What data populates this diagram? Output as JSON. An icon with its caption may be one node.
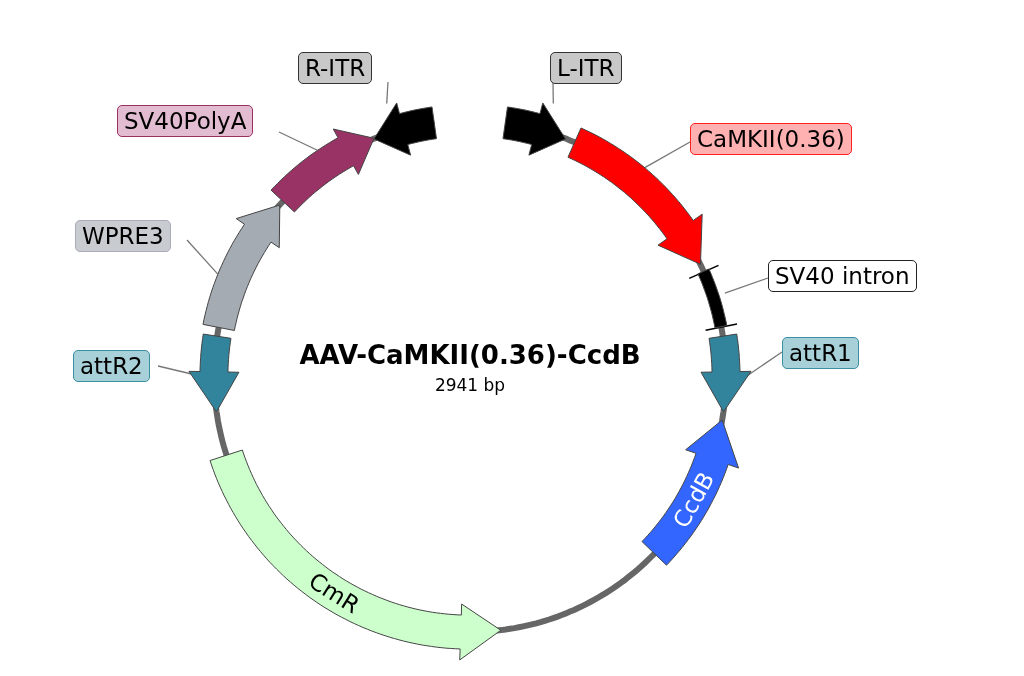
{
  "diagram": {
    "title": "AAV-CaMKII(0.36)-CcdB",
    "nodes": [
      {
        "text": [
          "R-ITR"
        ]
      },
      {
        "text": [],
        "shape": "arrow"
      },
      {
        "text": [
          "L-ITR"
        ]
      },
      {
        "text": [],
        "shape": "arrow"
      },
      {
        "text": [
          "SV40PolyA"
        ]
      },
      {
        "text": [],
        "shape": "arrow"
      },
      {
        "text": [
          "CaMKII(0.36)"
        ]
      },
      {
        "text": [],
        "shape": "arrow"
      },
      {
        "text": [
          "WPRE3"
        ]
      },
      {
        "text": [],
        "shape": "arrow"
      },
      {
        "text": [
          "SV40 intron"
        ]
      },
      {
        "text": [],
        "shape": "bar"
      },
      {
        "text": [
          "attR2"
        ]
      },
      {
        "text": [],
        "shape": "arrow"
      },
      {
        "text": [
          "attR1"
        ]
      },
      {
        "text": [],
        "shape": "arrow"
      },
      {
        "text": [
          "CcdB"
        ]
      },
      {
        "text": [
          "CmR"
        ]
      }
    ],
    "edges": [
      {
        "from": 0,
        "to": 1,
        "arrow": "none"
      },
      {
        "from": 2,
        "to": 3,
        "arrow": "none"
      },
      {
        "from": 4,
        "to": 5,
        "arrow": "none"
      },
      {
        "from": 6,
        "to": 7,
        "arrow": "none"
      },
      {
        "from": 8,
        "to": 9,
        "arrow": "none"
      },
      {
        "from": 10,
        "to": 11,
        "arrow": "none"
      },
      {
        "from": 12,
        "to": 13,
        "arrow": "none"
      },
      {
        "from": 14,
        "to": 15,
        "arrow": "none"
      }
    ],
    "labels": [
      "2941 bp"
    ]
  }
}
